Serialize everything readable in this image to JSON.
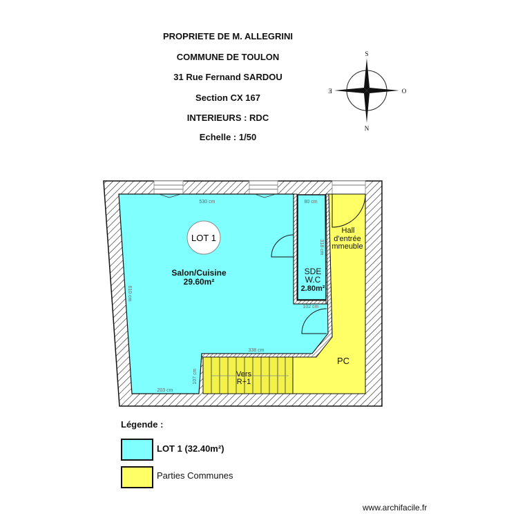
{
  "header": {
    "lines": [
      "PROPRIETE DE M. ALLEGRINI",
      "COMMUNE DE TOULON",
      "31 Rue Fernand SARDOU",
      "Section CX 167",
      "INTERIEURS : RDC",
      "Echelle : 1/50"
    ]
  },
  "compass": {
    "top": "S",
    "bottom": "N",
    "left": "E",
    "right": "O"
  },
  "plan": {
    "lot_badge": "LOT 1",
    "rooms": {
      "salon_name": "Salon/Cuisine",
      "salon_area": "29.60m²",
      "sde_name1": "SDE",
      "sde_name2": "W.C",
      "sde_area": "2.80m²",
      "hall1": "Hall",
      "hall2": "d'entrée",
      "hall3": "mmeuble",
      "pc": "PC",
      "stairs1": "Vers",
      "stairs2": "R+1"
    },
    "dimensions": {
      "top": "530 cm",
      "sde_top": "80 cm",
      "sde_side": "318 cm",
      "left": "610 cm",
      "sde_bottom": "102 cm",
      "mid": "338 cm",
      "stair_side": "107 cm",
      "bottom": "203 cm"
    },
    "colors": {
      "lot1": "#80ffff",
      "common": "#ffff66"
    }
  },
  "legend": {
    "title": "Légende :",
    "items": [
      {
        "label": "LOT 1 (32.40m²)",
        "color": "#80ffff"
      },
      {
        "label": "Parties Communes",
        "color": "#ffff66"
      }
    ]
  },
  "footer": {
    "url": "www.archifacile.fr"
  }
}
